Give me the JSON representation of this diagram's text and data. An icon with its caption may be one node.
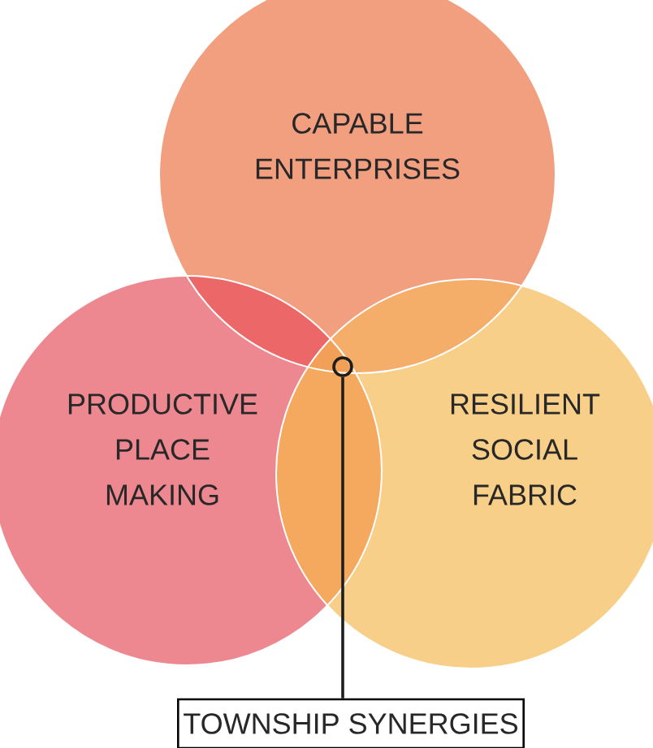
{
  "diagram": {
    "nodes": [
      {
        "text": [
          "CAPABLE ENTERPRISES"
        ]
      },
      {
        "text": [
          "PRODUCTIVE PLACE MAKING"
        ]
      },
      {
        "text": [
          "RESILIENT SOCIAL FABRIC"
        ]
      },
      {
        "text": [
          "TOWNSHIP SYNERGIES"
        ]
      },
      {
        "text": [],
        "shape": "circle"
      }
    ],
    "edges": [
      {
        "from": 3,
        "to": 4,
        "arrow": "none"
      }
    ]
  }
}
